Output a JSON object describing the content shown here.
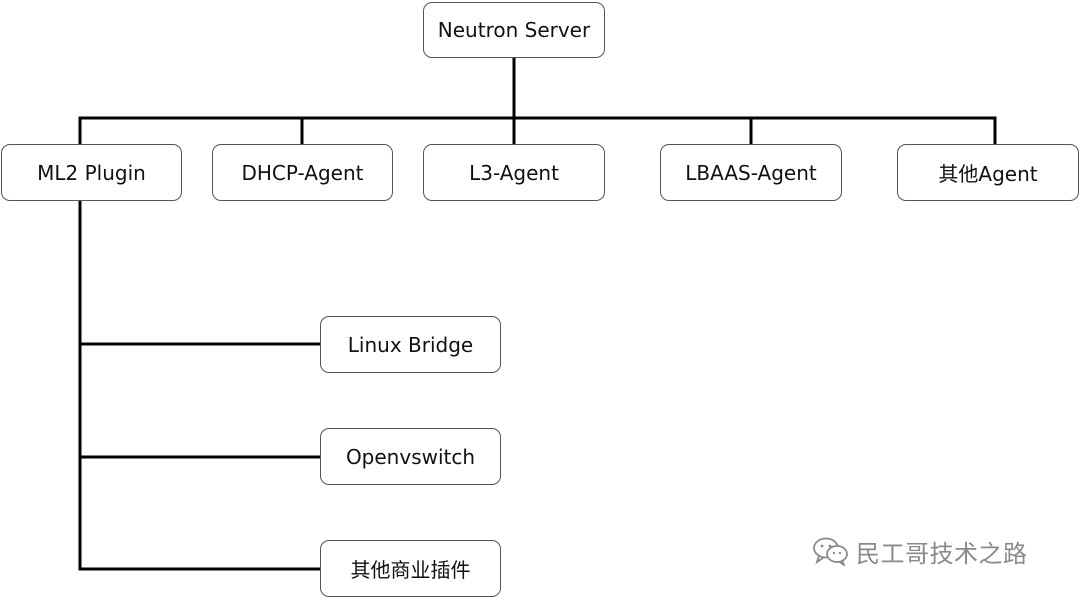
{
  "diagram": {
    "nodes": {
      "server": "Neutron Server",
      "ml2": "ML2 Plugin",
      "dhcp": "DHCP-Agent",
      "l3": "L3-Agent",
      "lbaas": "LBAAS-Agent",
      "other_agent": "其他Agent",
      "linux_bridge": "Linux Bridge",
      "openvswitch": "Openvswitch",
      "commercial": "其他商业插件"
    },
    "edges": [
      {
        "from": "server",
        "to": "ml2"
      },
      {
        "from": "server",
        "to": "dhcp"
      },
      {
        "from": "server",
        "to": "l3"
      },
      {
        "from": "server",
        "to": "lbaas"
      },
      {
        "from": "server",
        "to": "other_agent"
      },
      {
        "from": "ml2",
        "to": "linux_bridge"
      },
      {
        "from": "ml2",
        "to": "openvswitch"
      },
      {
        "from": "ml2",
        "to": "commercial"
      }
    ],
    "line_color": "#000000"
  },
  "watermark": {
    "text": "民工哥技术之路",
    "icon": "wechat-icon",
    "color": "#8a8a8a"
  }
}
